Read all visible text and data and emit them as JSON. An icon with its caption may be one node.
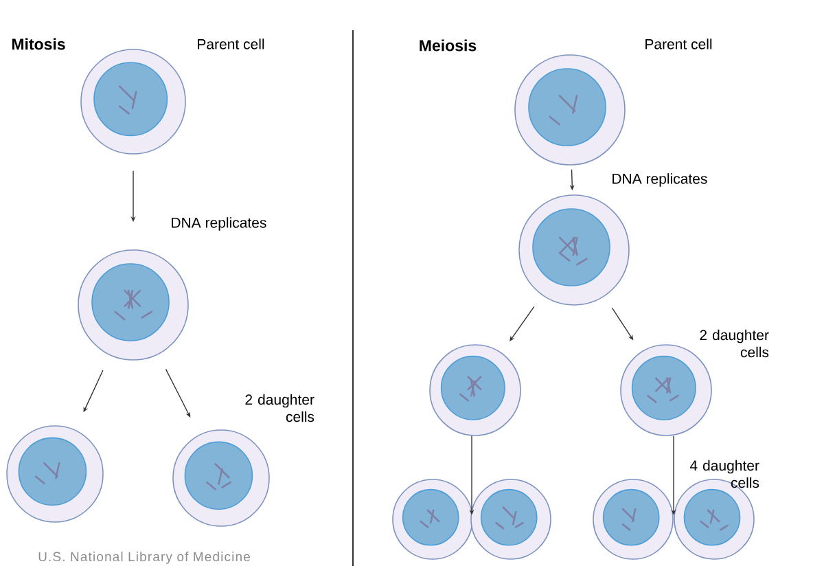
{
  "diagram": {
    "nodes": [
      {
        "text": [],
        "shape": "circle",
        "beside": [
          "Parent cell"
        ]
      },
      {
        "text": [],
        "shape": "circle"
      },
      {
        "text": [],
        "shape": "circle"
      },
      {
        "text": [],
        "shape": "circle"
      },
      {
        "text": [],
        "shape": "circle",
        "beside": [
          "Parent cell"
        ]
      },
      {
        "text": [],
        "shape": "circle"
      },
      {
        "text": [],
        "shape": "circle"
      },
      {
        "text": [],
        "shape": "circle"
      },
      {
        "text": [],
        "shape": "circle"
      },
      {
        "text": [],
        "shape": "circle"
      },
      {
        "text": [],
        "shape": "circle"
      },
      {
        "text": [],
        "shape": "circle"
      }
    ],
    "edges": [
      {
        "from": 0,
        "to": 1,
        "arrow": "to",
        "label": "DNA replicates"
      },
      {
        "from": 1,
        "to": 2,
        "arrow": "to"
      },
      {
        "from": 1,
        "to": 3,
        "arrow": "to"
      },
      {
        "from": 4,
        "to": 5,
        "arrow": "to",
        "label": "DNA replicates"
      },
      {
        "from": 5,
        "to": 6,
        "arrow": "to"
      },
      {
        "from": 5,
        "to": 7,
        "arrow": "to"
      },
      {
        "from": 6,
        "to": 8,
        "arrow": "to"
      },
      {
        "from": 6,
        "to": 9,
        "arrow": "to"
      },
      {
        "from": 7,
        "to": 10,
        "arrow": "to"
      },
      {
        "from": 7,
        "to": 11,
        "arrow": "to"
      }
    ],
    "labels": [
      "Mitosis",
      "Meiosis",
      "2 daughter cells",
      "2 daughter cells",
      "4 daughter cells",
      "U.S. National Library of Medicine"
    ]
  }
}
